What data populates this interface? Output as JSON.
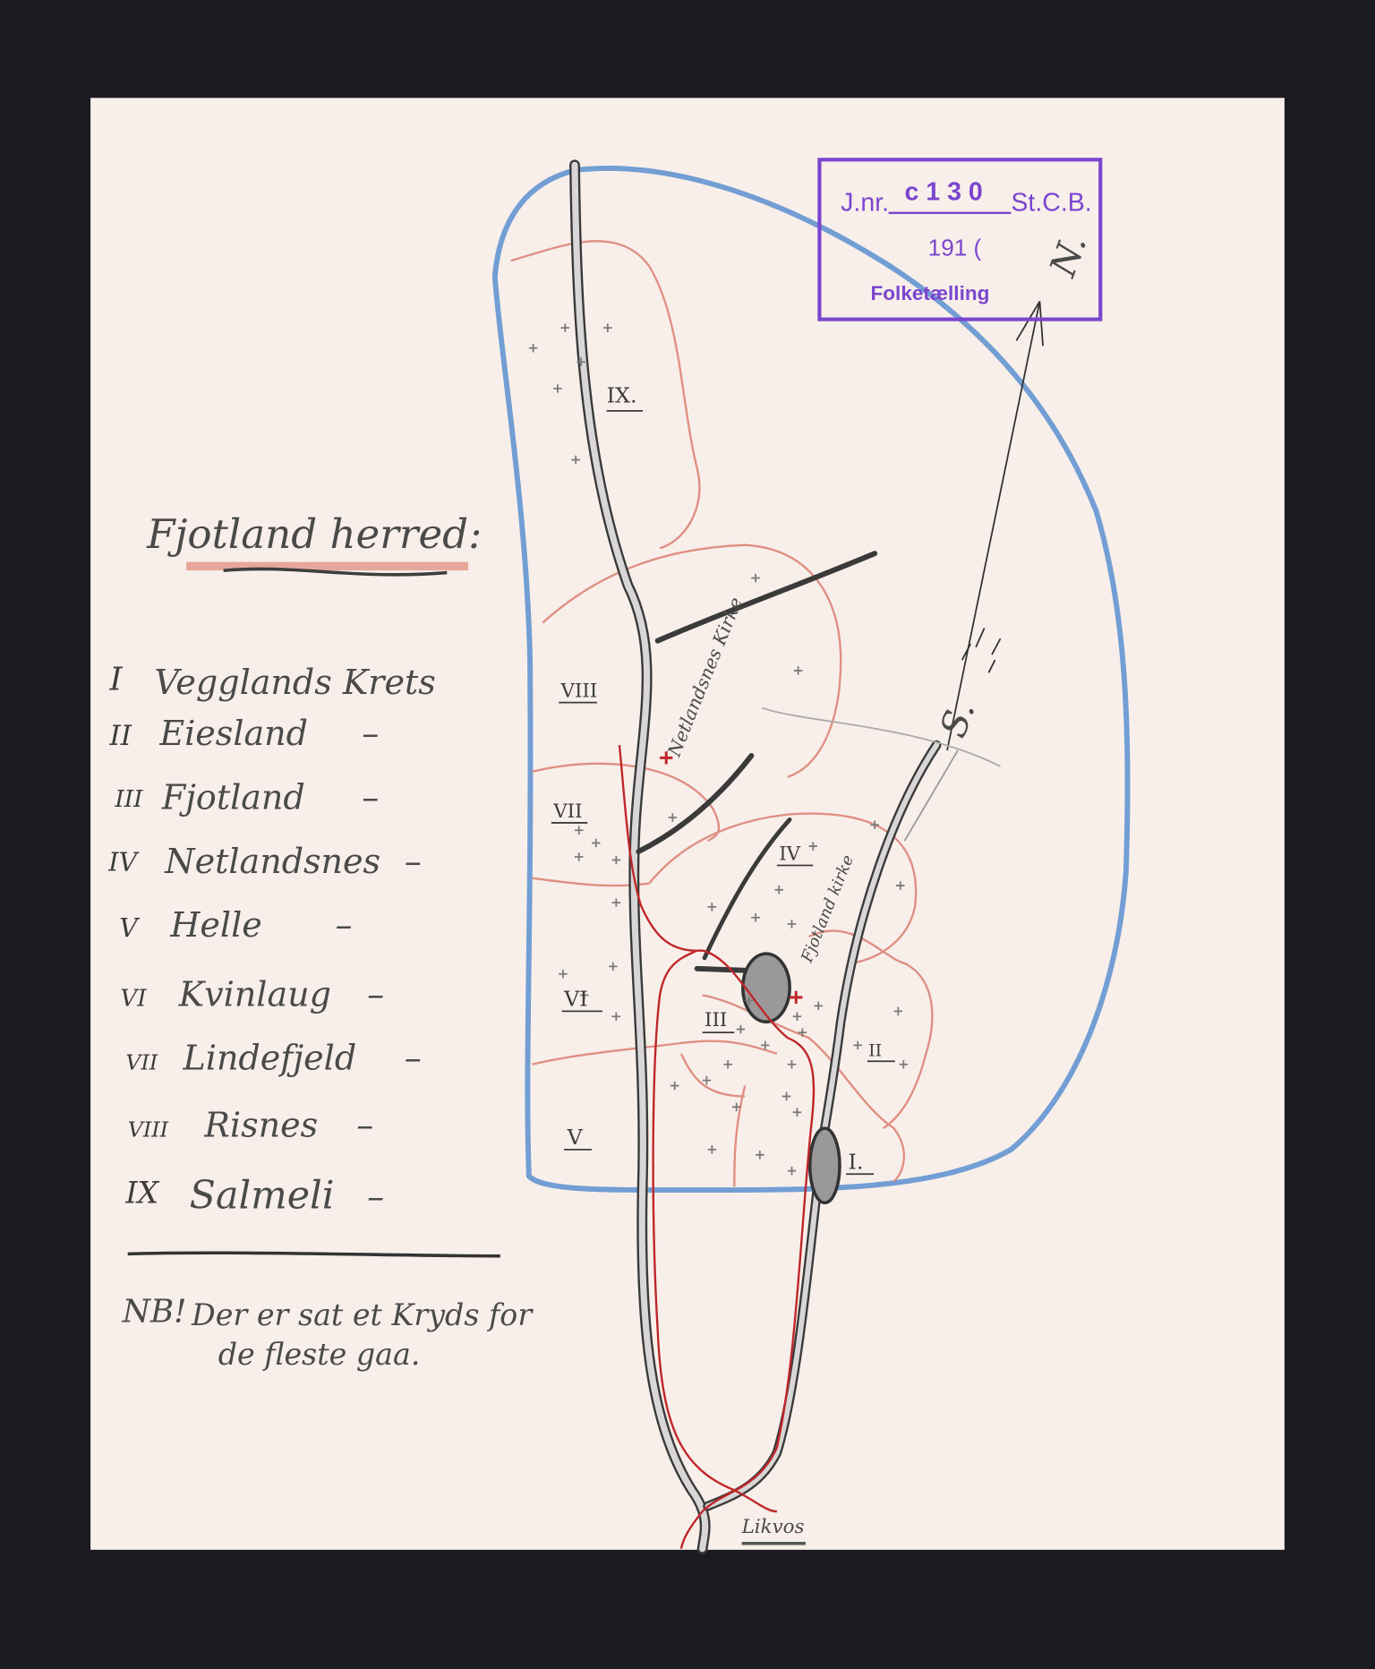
{
  "document": {
    "title": "Fjotland herred:",
    "districts": [
      {
        "numeral": "I",
        "name": "Vegglands Krets"
      },
      {
        "numeral": "II",
        "name": "Eiesland",
        "dash": "–"
      },
      {
        "numeral": "III",
        "name": "Fjotland",
        "dash": "–"
      },
      {
        "numeral": "IV",
        "name": "Netlandsnes",
        "dash": "–"
      },
      {
        "numeral": "V",
        "name": "Helle",
        "dash": "–"
      },
      {
        "numeral": "VI",
        "name": "Kvinlaug",
        "dash": "–"
      },
      {
        "numeral": "VII",
        "name": "Lindefjeld",
        "dash": "–"
      },
      {
        "numeral": "VIII",
        "name": "Risnes",
        "dash": "–"
      },
      {
        "numeral": "IX",
        "name": "Salmeli",
        "dash": "–"
      }
    ],
    "note_prefix": "NB!",
    "note_line1": "Der er sat et Kryds for",
    "note_line2": "de fleste gaa."
  },
  "stamp": {
    "jnr_label": "J.nr.",
    "jnr_value": "c 1 3 0",
    "office": "St.C.B.",
    "year": "191 (",
    "subject": "Folketælling",
    "color": "#7b45cf"
  },
  "map": {
    "region_labels": [
      "I.",
      "II",
      "III",
      "IV",
      "V",
      "VI",
      "VII",
      "VIII",
      "IX."
    ],
    "church_label_1": "Netlandsnes Kirke",
    "church_label_2": "Fjotland kirke",
    "place_label": "Likvos",
    "north_label": "N.",
    "south_label": "S.",
    "colors": {
      "border": "#5b8fd0",
      "districts": "#d9786a",
      "rivers": "#3a3a3a",
      "road": "#c0262a"
    }
  }
}
